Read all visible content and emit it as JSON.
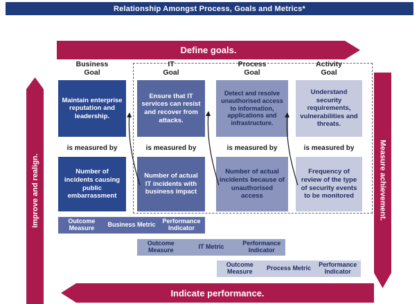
{
  "title": "Relationship Amongst Process, Goals and Metrics*",
  "arrows": {
    "top": "Define goals.",
    "bottom": "Indicate performance.",
    "left": "Improve and realign.",
    "right": "Measure achievement."
  },
  "measured_by_label": "is measured by",
  "columns": [
    {
      "header_line1": "Business",
      "header_line2": "Goal",
      "goal": "Maintain enterprise reputation and leadership.",
      "measure": "Number of incidents causing public embarrassment",
      "box_bg": "#2A4890"
    },
    {
      "header_line1": "IT",
      "header_line2": "Goal",
      "goal": "Ensure that IT services can resist and recover from attacks.",
      "measure": "Number of actual IT incidents with business impact",
      "box_bg": "#56669F"
    },
    {
      "header_line1": "Process",
      "header_line2": "Goal",
      "goal": "Detect and resolve unauthorised access to information, applications and infrastructure.",
      "measure": "Number of actual incidents because of unauthorised access",
      "box_bg": "#8A94BC"
    },
    {
      "header_line1": "Activity",
      "header_line2": "Goal",
      "goal": "Understand security requirements, vulnerabilities and threats.",
      "measure": "Frequency of review of the type of security events to be monitored",
      "box_bg": "#C6CADF"
    }
  ],
  "metric_bars": [
    {
      "left_label": "Outcome Measure",
      "center_label": "Business Metric",
      "right_label": "Performance Indicator",
      "bg": "#5B6AA4"
    },
    {
      "left_label": "Outcome Measure",
      "center_label": "IT Metric",
      "right_label": "Performance Indicator",
      "bg": "#99A3C6"
    },
    {
      "left_label": "Outcome Measure",
      "center_label": "Process Metric",
      "right_label": "Performance Indicator",
      "bg": "#C8CCE1"
    }
  ],
  "colors": {
    "title_bar": "#1F3B7B",
    "arrow_crimson": "#AB1A4D",
    "connector_line": "#1a1a1a",
    "dark_text": "#1d2b5f"
  }
}
